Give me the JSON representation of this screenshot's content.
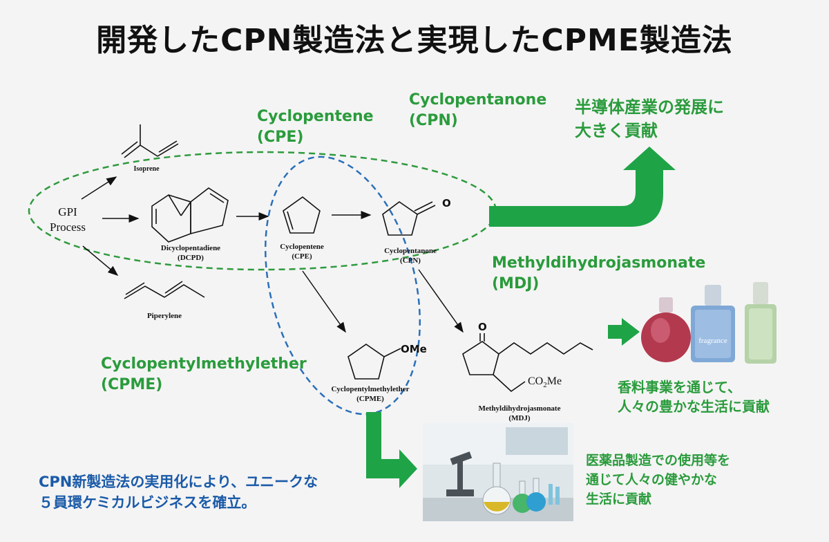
{
  "title": "開発したCPN製造法と実現したCPME製造法",
  "labels": {
    "cpe_en": "Cyclopentene",
    "cpe_abbr": "(CPE)",
    "cpn_en": "Cyclopentanone",
    "cpn_abbr": "(CPN)",
    "mdj_en": "Methyldihydrojasmonate",
    "mdj_abbr": "(MDJ)",
    "cpme_en": "Cyclopentylmethylether",
    "cpme_abbr": "(CPME)"
  },
  "captions": {
    "semiconductor_line1": "半導体産業の発展に",
    "semiconductor_line2": "大きく貢献",
    "fragrance_line1": "香料事業を通じて、",
    "fragrance_line2": "人々の豊かな生活に貢献",
    "pharma_line1": "医薬品製造での使用等を",
    "pharma_line2": "通じて人々の健やかな",
    "pharma_line3": "生活に貢献",
    "business_line1": "CPN新製造法の実用化により、ユニークな",
    "business_line2": "５員環ケミカルビジネスを確立。"
  },
  "structures": {
    "gpi_line1": "GPI",
    "gpi_line2": "Process",
    "isoprene": "Isoprene",
    "dcpd_name": "Dicyclopentadiene",
    "dcpd_abbr": "(DCPD)",
    "piperylene": "Piperylene",
    "cpe_name": "Cyclopentene",
    "cpe_abbr": "(CPE)",
    "cpn_name": "Cyclopentanone",
    "cpn_abbr": "(CPN)",
    "cpme_name": "Cyclopentylmethylether",
    "cpme_abbr": "(CPME)",
    "mdj_name": "Methyldihydrojasmonate",
    "mdj_abbr": "(MDJ)",
    "oxygen": "O",
    "ome": "OMe",
    "co2me_a": "CO",
    "co2me_b": "2",
    "co2me_c": "Me"
  },
  "images": {
    "perfume_text": "fragrance"
  },
  "colors": {
    "green": "#2a9b3c",
    "arrow_green": "#1fa347",
    "blue": "#1a5aa8",
    "ellipse_green": "#2f9a3e",
    "ellipse_blue": "#2a6fb8"
  }
}
